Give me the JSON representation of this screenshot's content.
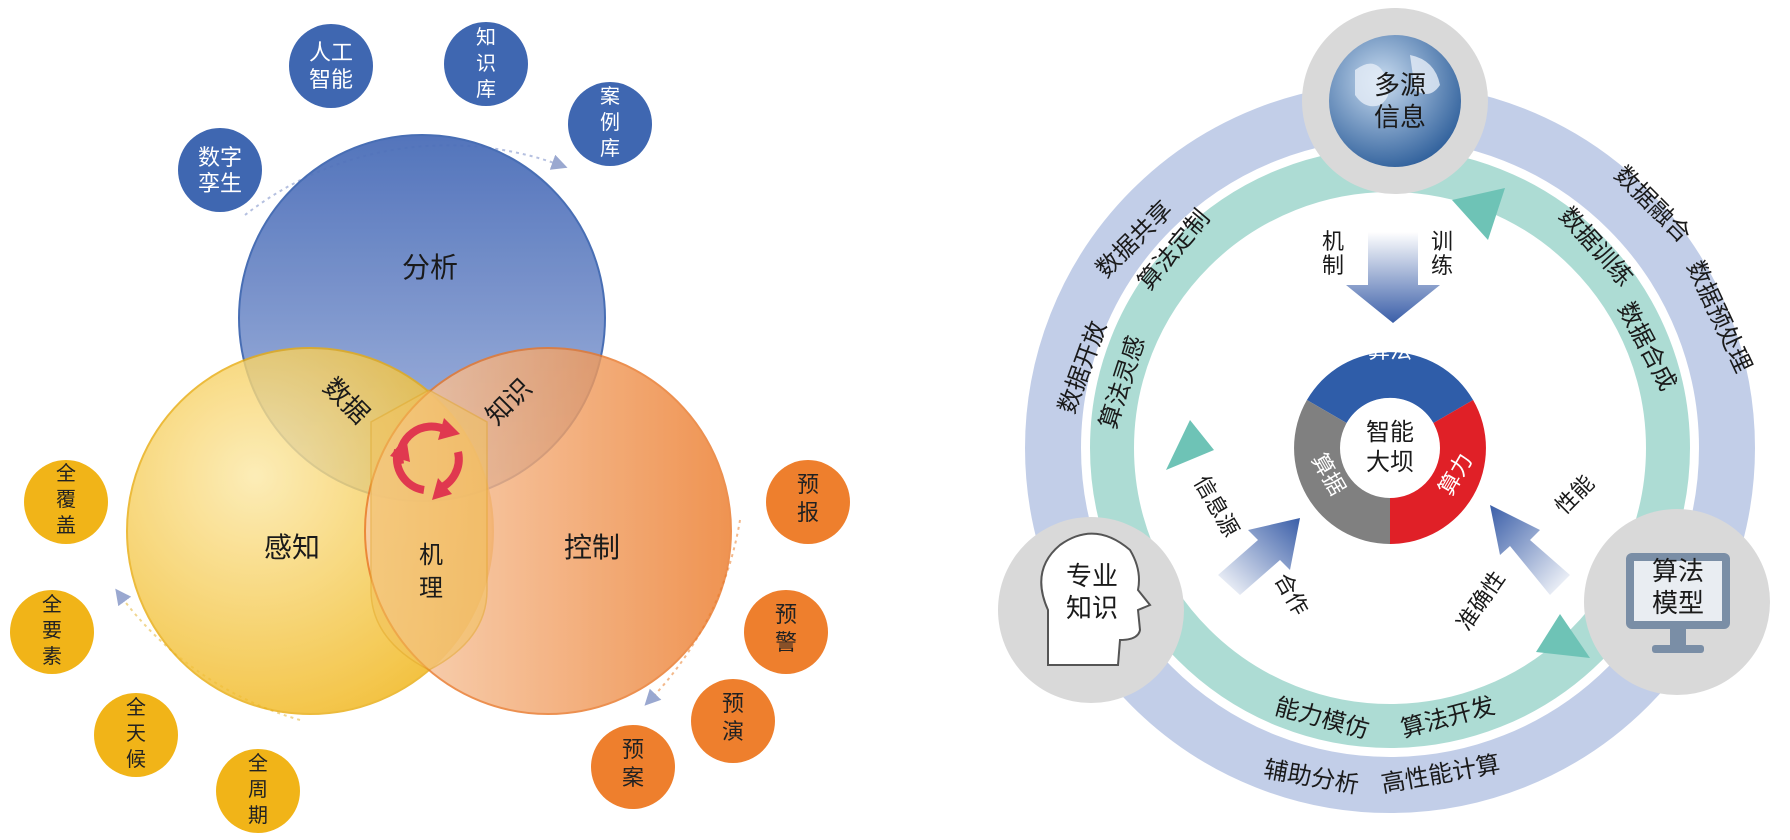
{
  "left_diagram": {
    "circles": {
      "analysis": "分析",
      "perception": "感知",
      "control": "控制"
    },
    "overlaps": {
      "data": "数据",
      "knowledge": "知识",
      "mechanism": "机理"
    },
    "blue_bubbles": {
      "digital_twin": [
        "数字",
        "孪生"
      ],
      "ai": [
        "人工",
        "智能"
      ],
      "knowledge_base": [
        "知",
        "识",
        "库"
      ],
      "case_base": [
        "案",
        "例",
        "库"
      ]
    },
    "yellow_bubbles": {
      "full_coverage": [
        "全",
        "覆",
        "盖"
      ],
      "full_elements": [
        "全",
        "要",
        "素"
      ],
      "all_weather": [
        "全",
        "天",
        "候"
      ],
      "full_cycle": [
        "全",
        "周",
        "期"
      ]
    },
    "orange_bubbles": {
      "forecast": [
        "预",
        "报"
      ],
      "warning": [
        "预",
        "警"
      ],
      "rehearsal": [
        "预",
        "演"
      ],
      "plan": [
        "预",
        "案"
      ]
    },
    "colors": {
      "blue": "#3f67b1",
      "yellow": "#f1b418",
      "orange": "#ee7f2d",
      "recycle": "#e0384f"
    }
  },
  "right_diagram": {
    "nodes": {
      "multi_source": [
        "多源",
        "信息"
      ],
      "expertise": [
        "专业",
        "知识"
      ],
      "algo_model": [
        "算法",
        "模型"
      ]
    },
    "center": {
      "title": [
        "智能",
        "大坝"
      ],
      "segments": {
        "algorithm": "算法",
        "compute": "算力",
        "data": "算据"
      }
    },
    "arrow_labels": {
      "mechanism": [
        "机",
        "制"
      ],
      "training": [
        "训",
        "练"
      ],
      "info_source": "信息源",
      "cooperation": "合作",
      "performance": "性能",
      "accuracy": "准确性"
    },
    "outer_ring_labels": {
      "data_open": "数据开放",
      "data_share": "数据共享",
      "data_fusion": "数据融合",
      "data_preprocess": "数据预处理",
      "assist_analysis": "辅助分析",
      "hpc": "高性能计算"
    },
    "inner_ring_labels": {
      "algo_custom": "算法定制",
      "algo_inspire": "算法灵感",
      "data_train": "数据训练",
      "data_synth": "数据合成",
      "ability_imitate": "能力模仿",
      "algo_dev": "算法开发"
    },
    "colors": {
      "donut_blue": "#2f5da9",
      "donut_red": "#e02027",
      "donut_gray": "#808080",
      "outer_ring": "#8fa6d2",
      "inner_ring": "#6ec3b6",
      "node_gray": "#d9d9d9"
    }
  }
}
